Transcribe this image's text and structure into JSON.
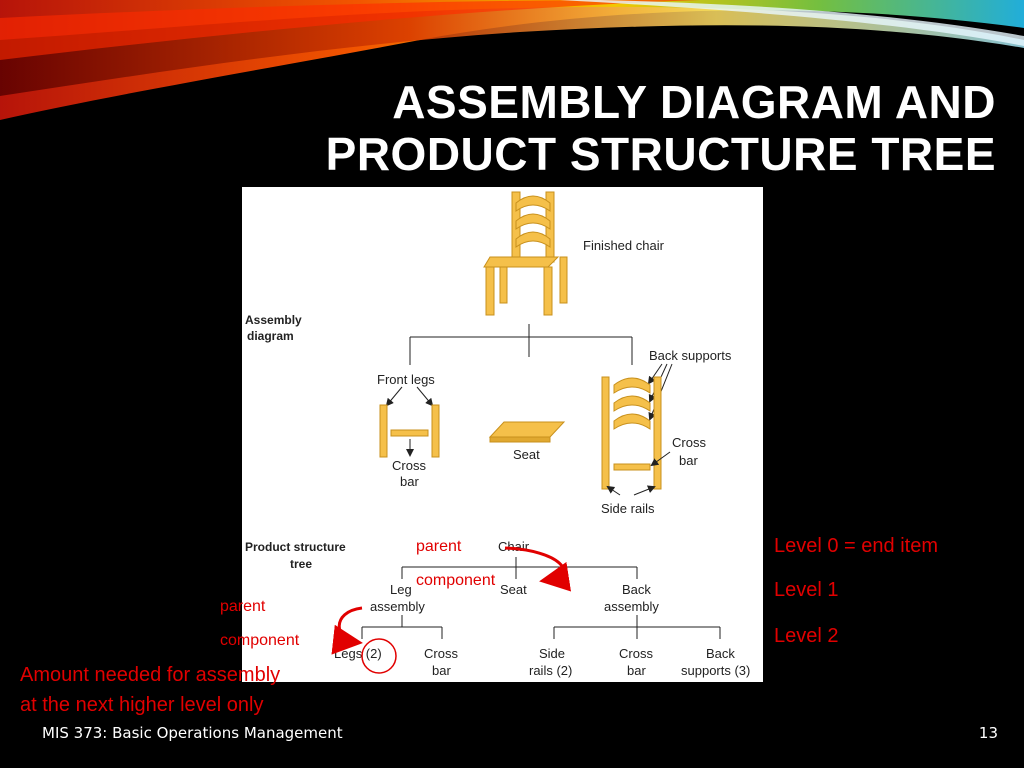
{
  "slide": {
    "title_line1": "ASSEMBLY DIAGRAM AND",
    "title_line2": "PRODUCT STRUCTURE TREE",
    "footer": "MIS 373: Basic Operations Management",
    "page_number": "13"
  },
  "diagram": {
    "section_assembly_line1": "Assembly",
    "section_assembly_line2": "diagram",
    "section_tree_line1": "Product structure",
    "section_tree_line2": "tree",
    "finished_chair": "Finished chair",
    "front_legs": "Front legs",
    "cross_bar_a_line1": "Cross",
    "cross_bar_a_line2": "bar",
    "seat": "Seat",
    "back_supports": "Back supports",
    "cross_bar_b_line1": "Cross",
    "cross_bar_b_line2": "bar",
    "side_rails": "Side rails",
    "tree": {
      "root": "Chair",
      "leg_assembly_line1": "Leg",
      "leg_assembly_line2": "assembly",
      "seat": "Seat",
      "back_assembly_line1": "Back",
      "back_assembly_line2": "assembly",
      "legs": "Legs (2)",
      "cross_bar_1_line1": "Cross",
      "cross_bar_1_line2": "bar",
      "side_rails_line1": "Side",
      "side_rails_line2": "rails (2)",
      "cross_bar_2_line1": "Cross",
      "cross_bar_2_line2": "bar",
      "back_supports_line1": "Back",
      "back_supports_line2": "supports (3)"
    }
  },
  "annotations": {
    "parent_1": "parent",
    "component_1": "component",
    "parent_2": "parent",
    "component_2": "component",
    "level_0": "Level 0 = end item",
    "level_1": "Level  1",
    "level_2": "Level 2",
    "amount_line1": "Amount needed for assembly",
    "amount_line2": "at the next higher level only"
  },
  "colors": {
    "background": "#000000",
    "annotation_red": "#e10000",
    "wood": "#f5c04a",
    "wood_edge": "#c8901c"
  }
}
